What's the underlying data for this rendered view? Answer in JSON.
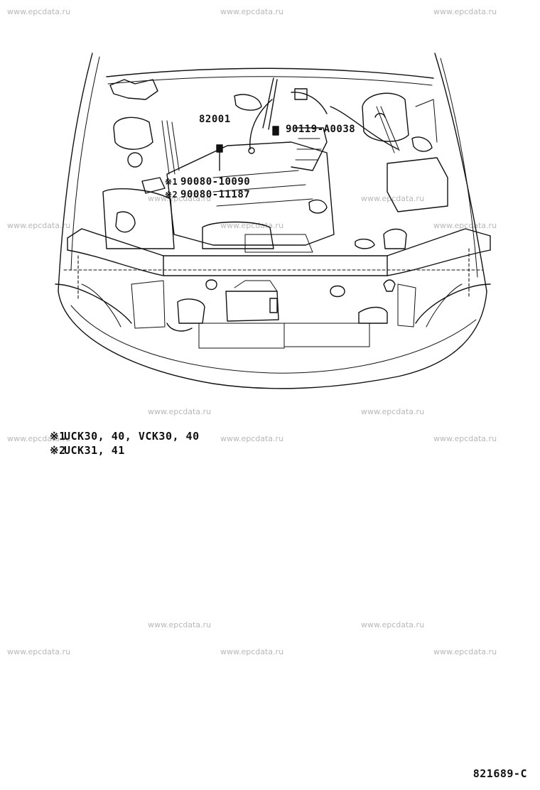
{
  "watermark": "www.epcdata.ru",
  "callouts": {
    "part_82001": "82001",
    "part_90119": "90119-A0038",
    "part_90080_10090": "90080-10090",
    "part_90080_11187": "90080-11187",
    "mark1": "※1",
    "mark2": "※2"
  },
  "legend": [
    {
      "mark": "※1",
      "text": "UCK30, 40, VCK30, 40"
    },
    {
      "mark": "※2",
      "text": "UCK31, 41"
    }
  ],
  "diagram_id": "821689-C"
}
